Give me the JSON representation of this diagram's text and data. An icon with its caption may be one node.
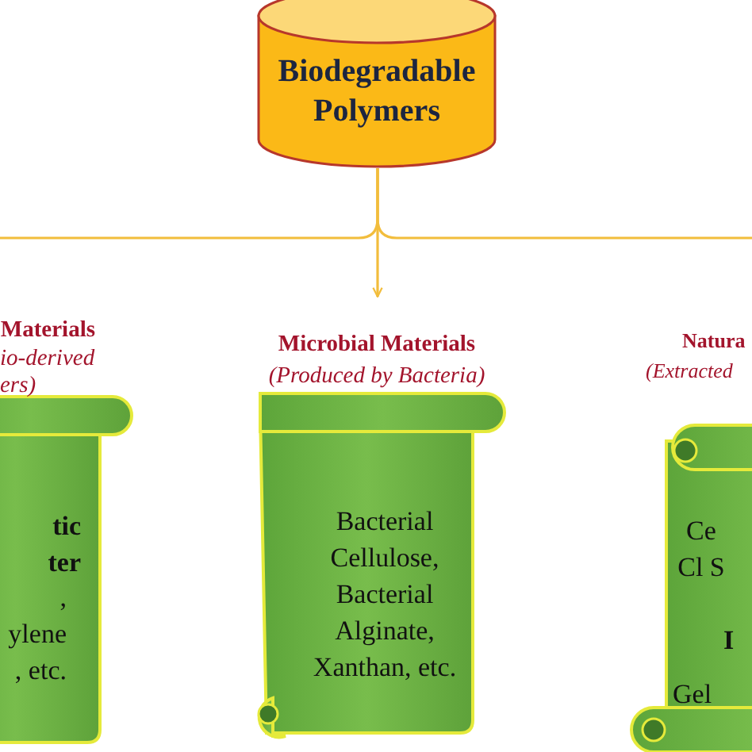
{
  "diagram": {
    "nodes": [
      {
        "text": [
          "Biodegradable Polymers"
        ]
      },
      {
        "text": [
          "Materials",
          "io-derived ers)",
          "tic ter",
          ", ylene , etc."
        ]
      },
      {
        "text": [
          "Microbial Materials",
          "(Produced by Bacteria)",
          "Bacterial Cellulose, Bacterial Alginate, Xanthan, etc."
        ]
      },
      {
        "text": [
          "Natura",
          "(Extracted",
          "Ce Cl S",
          "I",
          "Gel"
        ]
      }
    ],
    "edges": [
      {
        "from": 0,
        "to": 1,
        "arrow": "none"
      },
      {
        "from": 0,
        "to": 2,
        "arrow": "to"
      },
      {
        "from": 0,
        "to": 3,
        "arrow": "none"
      }
    ]
  }
}
